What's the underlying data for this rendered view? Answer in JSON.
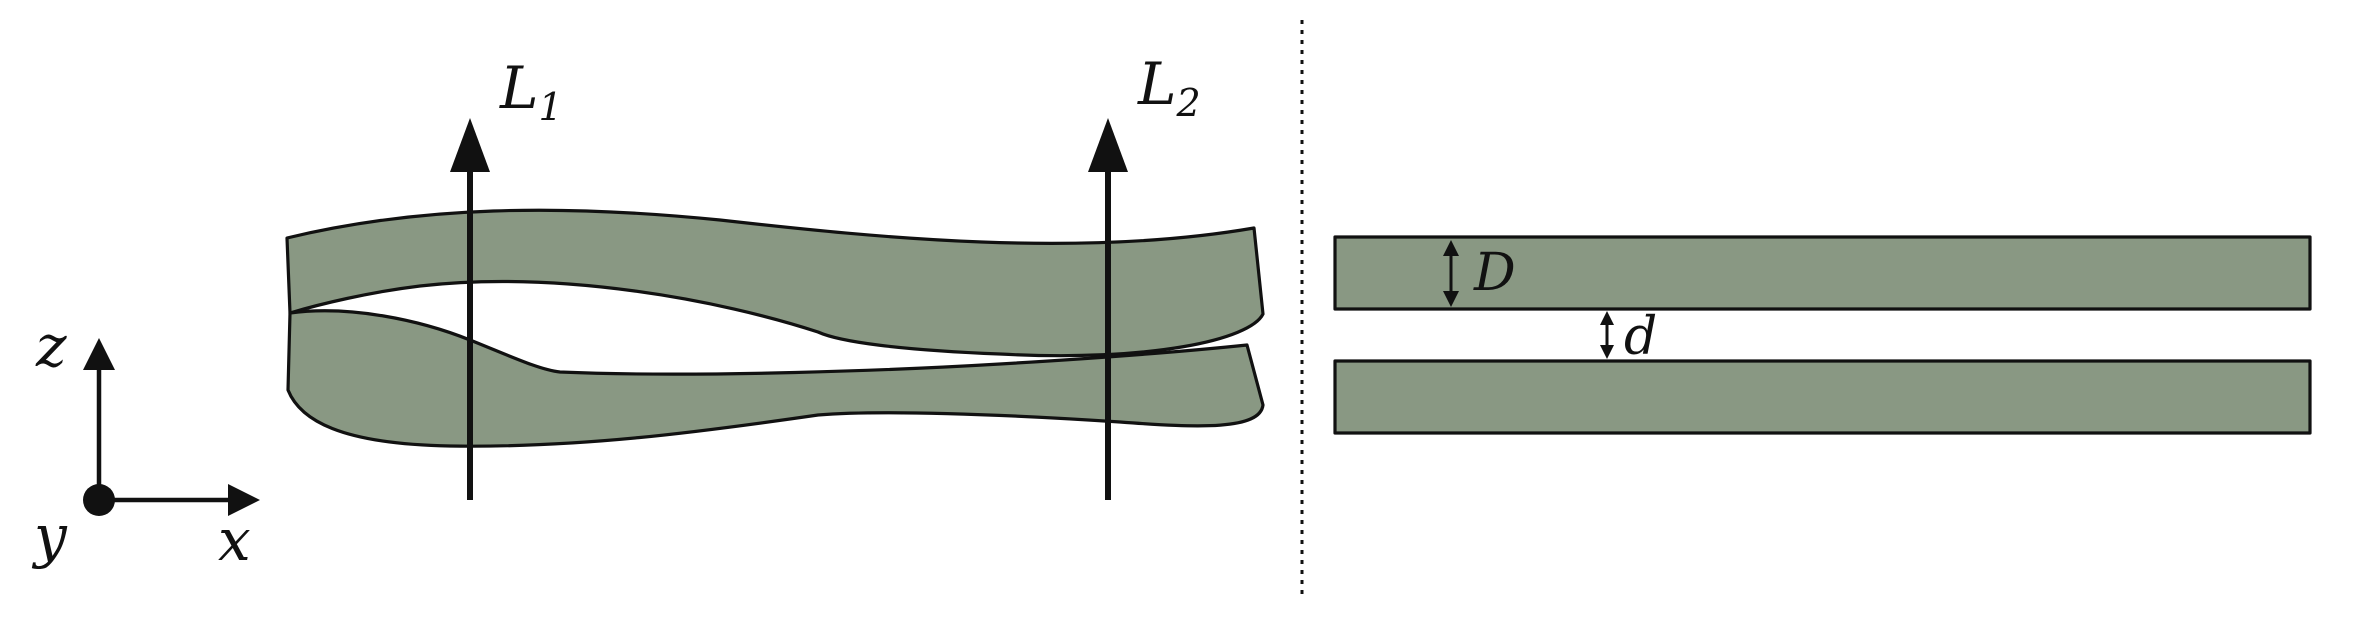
{
  "labels": {
    "line_1": "L",
    "line_1_sub": "1",
    "line_2": "L",
    "line_2_sub": "2",
    "thickness": "D",
    "gap": "d",
    "axis_z": "z",
    "axis_y": "y",
    "axis_x": "x"
  },
  "colors": {
    "strip_fill": "#899883",
    "stroke": "#111111"
  }
}
